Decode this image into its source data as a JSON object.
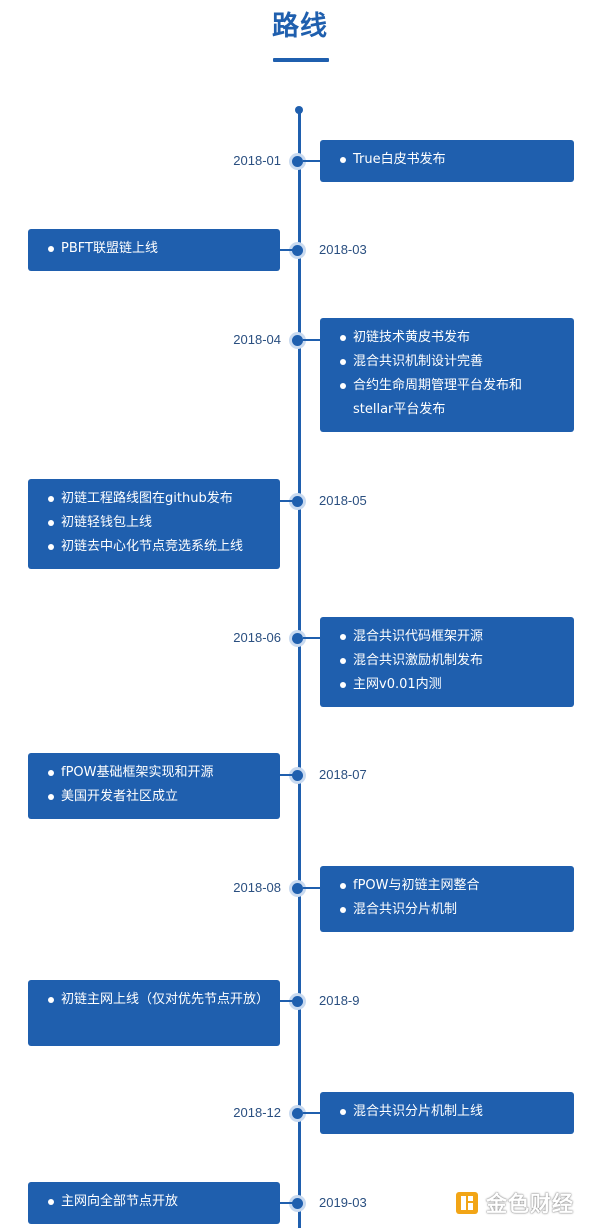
{
  "title": "路线",
  "colors": {
    "accent": "#1f5fae",
    "dot_ring": "#c9daf0",
    "watermark_gold": "#f2a516"
  },
  "milestones": [
    {
      "date": "2018-01",
      "side": "right",
      "items": [
        "True白皮书发布"
      ]
    },
    {
      "date": "2018-03",
      "side": "left",
      "items": [
        "PBFT联盟链上线"
      ]
    },
    {
      "date": "2018-04",
      "side": "right",
      "items": [
        "初链技术黄皮书发布",
        "混合共识机制设计完善",
        "合约生命周期管理平台发布和stellar平台发布"
      ]
    },
    {
      "date": "2018-05",
      "side": "left",
      "items": [
        "初链工程路线图在github发布",
        "初链轻钱包上线",
        "初链去中心化节点竞选系统上线"
      ]
    },
    {
      "date": "2018-06",
      "side": "right",
      "items": [
        "混合共识代码框架开源",
        "混合共识激励机制发布",
        "主网v0.01内测"
      ]
    },
    {
      "date": "2018-07",
      "side": "left",
      "items": [
        "fPOW基础框架实现和开源",
        "美国开发者社区成立"
      ]
    },
    {
      "date": "2018-08",
      "side": "right",
      "items": [
        "fPOW与初链主网整合",
        "混合共识分片机制"
      ]
    },
    {
      "date": "2018-9",
      "side": "left",
      "items": [
        "初链主网上线（仅对优先节点开放）"
      ]
    },
    {
      "date": "2018-12",
      "side": "right",
      "items": [
        "混合共识分片机制上线"
      ]
    },
    {
      "date": "2019-03",
      "side": "left",
      "items": [
        "主网向全部节点开放"
      ]
    }
  ],
  "watermark": {
    "text": "金色财经",
    "icon": "golden-finance-logo-icon"
  }
}
